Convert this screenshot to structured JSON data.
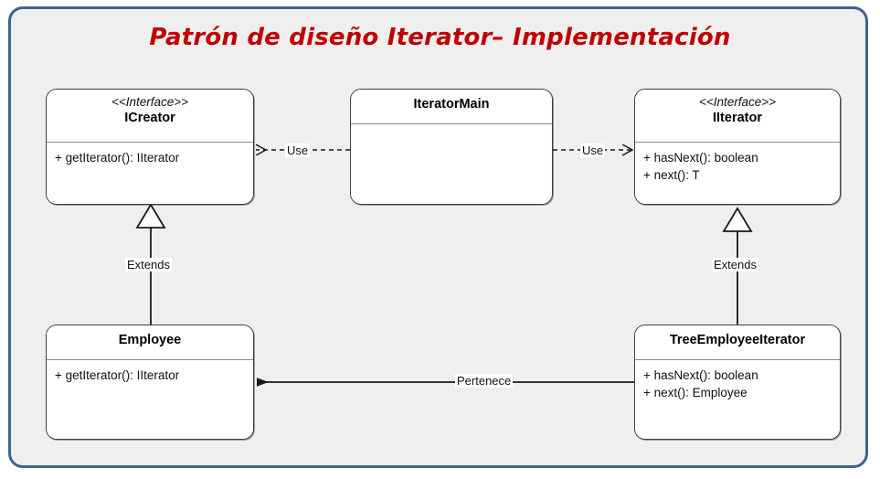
{
  "slide": {
    "title": "Patrón de diseño Iterator– Implementación",
    "frame_border_color": "#3D6390",
    "frame_background": "#EFEFEF",
    "title_color": "#C00000"
  },
  "classes": {
    "icreator": {
      "stereotype": "<<Interface>>",
      "name": "ICreator",
      "members": [
        "+ getIterator(): IIterator"
      ]
    },
    "iteratormain": {
      "stereotype": "",
      "name": "IteratorMain",
      "members": []
    },
    "iiterator": {
      "stereotype": "<<Interface>>",
      "name": "IIterator",
      "members": [
        "+ hasNext(): boolean",
        "+ next(): T"
      ]
    },
    "employee": {
      "stereotype": "",
      "name": "Employee",
      "members": [
        "+ getIterator(): IIterator"
      ]
    },
    "treeemployeeiterator": {
      "stereotype": "",
      "name": "TreeEmployeeIterator",
      "members": [
        "+ hasNext(): boolean",
        "+ next(): Employee"
      ]
    }
  },
  "relations": {
    "use_left": {
      "label": "Use",
      "type": "dependency",
      "from": "IteratorMain",
      "to": "ICreator",
      "style": "dashed",
      "arrow": "open"
    },
    "use_right": {
      "label": "Use",
      "type": "dependency",
      "from": "IteratorMain",
      "to": "IIterator",
      "style": "dashed",
      "arrow": "open"
    },
    "extends_left": {
      "label": "Extends",
      "type": "generalization",
      "from": "Employee",
      "to": "ICreator",
      "style": "solid",
      "arrow": "hollow-triangle"
    },
    "extends_right": {
      "label": "Extends",
      "type": "generalization",
      "from": "TreeEmployeeIterator",
      "to": "IIterator",
      "style": "solid",
      "arrow": "hollow-triangle"
    },
    "pertenece": {
      "label": "Pertenece",
      "type": "association",
      "from": "TreeEmployeeIterator",
      "to": "Employee",
      "style": "solid",
      "arrow": "filled"
    }
  }
}
